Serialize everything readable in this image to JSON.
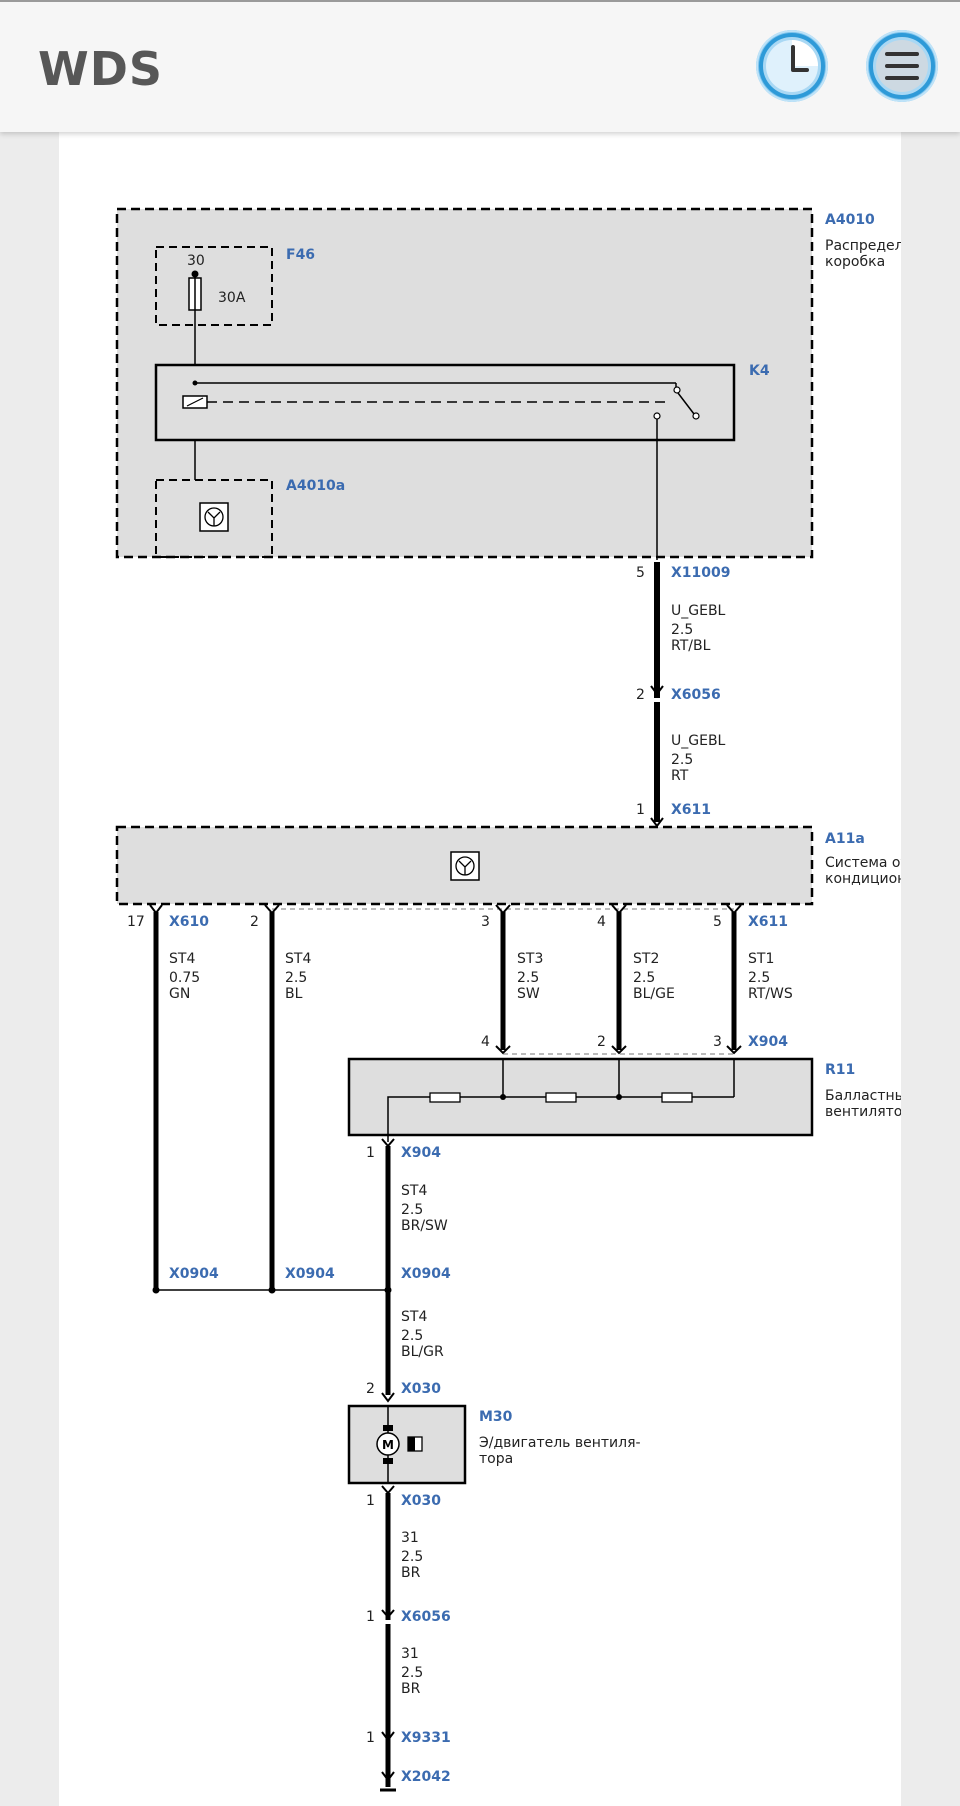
{
  "app": {
    "title": "WDS"
  },
  "toolbar": {
    "history_icon": "clock-icon",
    "menu_icon": "hamburger-menu-icon"
  },
  "colors": {
    "accent": "#7ec3ec",
    "component_ref": "#3b6bb0",
    "box_fill": "#dedede"
  },
  "diagram": {
    "components": {
      "a4010": {
        "ref": "A4010",
        "desc1": "Распредел",
        "desc2": "коробка"
      },
      "f46": {
        "ref": "F46",
        "pin": "30",
        "rating": "30A"
      },
      "k4": {
        "ref": "K4"
      },
      "a4010a": {
        "ref": "A4010a"
      },
      "a11a": {
        "ref": "A11a",
        "desc1": "Система от",
        "desc2": "кондицион"
      },
      "r11": {
        "ref": "R11",
        "desc1": "Балластны",
        "desc2": "вентилятор"
      },
      "m30": {
        "ref": "M30",
        "desc1": "Э/двигатель вентиля-",
        "desc2": "тора",
        "motor_letter": "M"
      }
    },
    "connectors": {
      "x11009": {
        "ref": "X11009",
        "pin": "5"
      },
      "x6056_top": {
        "ref": "X6056",
        "pin": "2"
      },
      "x611_in": {
        "ref": "X611",
        "pin": "1"
      },
      "x610": {
        "ref": "X610",
        "pin": "17"
      },
      "x610b": {
        "pin": "2"
      },
      "x611_out3": {
        "pin": "3"
      },
      "x611_out4": {
        "pin": "4"
      },
      "x611_out5": {
        "ref": "X611",
        "pin": "5"
      },
      "x904_in4": {
        "pin": "4"
      },
      "x904_in2": {
        "pin": "2"
      },
      "x904_in3": {
        "ref": "X904",
        "pin": "3"
      },
      "x904_out": {
        "ref": "X904",
        "pin": "1"
      },
      "x0904_a": {
        "ref": "X0904"
      },
      "x0904_b": {
        "ref": "X0904"
      },
      "x0904_c": {
        "ref": "X0904"
      },
      "x030_in": {
        "ref": "X030",
        "pin": "2"
      },
      "x030_out": {
        "ref": "X030",
        "pin": "1"
      },
      "x6056_bottom": {
        "ref": "X6056",
        "pin": "1"
      },
      "x9331": {
        "ref": "X9331",
        "pin": "1"
      },
      "x2042": {
        "ref": "X2042"
      }
    },
    "wires": {
      "w1": {
        "signal": "U_GEBL",
        "size": "2.5",
        "color": "RT/BL"
      },
      "w2": {
        "signal": "U_GEBL",
        "size": "2.5",
        "color": "RT"
      },
      "w_gn": {
        "signal": "ST4",
        "size": "0.75",
        "color": "GN"
      },
      "w_bl": {
        "signal": "ST4",
        "size": "2.5",
        "color": "BL"
      },
      "w_sw": {
        "signal": "ST3",
        "size": "2.5",
        "color": "SW"
      },
      "w_blge": {
        "signal": "ST2",
        "size": "2.5",
        "color": "BL/GE"
      },
      "w_rtws": {
        "signal": "ST1",
        "size": "2.5",
        "color": "RT/WS"
      },
      "w_brsw": {
        "signal": "ST4",
        "size": "2.5",
        "color": "BR/SW"
      },
      "w_blgr": {
        "signal": "ST4",
        "size": "2.5",
        "color": "BL/GR"
      },
      "w_br1": {
        "signal": "31",
        "size": "2.5",
        "color": "BR"
      },
      "w_br2": {
        "signal": "31",
        "size": "2.5",
        "color": "BR"
      }
    }
  }
}
